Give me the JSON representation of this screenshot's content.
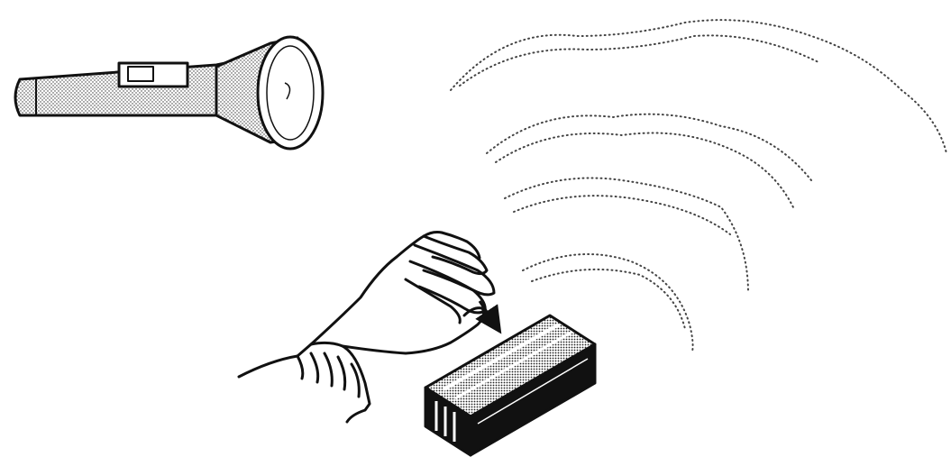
{
  "illustration": {
    "subjects": [
      "flashlight",
      "light-beam",
      "hand",
      "battery",
      "arrow"
    ],
    "colors": {
      "ink": "#111111",
      "paper": "#ffffff",
      "stipple": "#444444"
    }
  }
}
